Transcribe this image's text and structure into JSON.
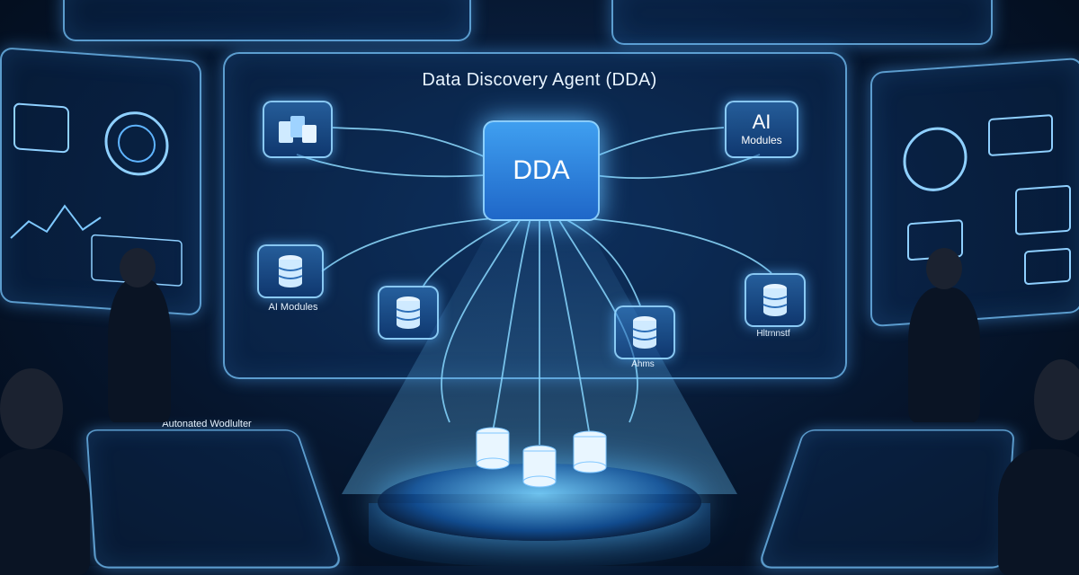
{
  "diagram": {
    "title": "Data Discovery Agent (DDA)",
    "hub_label": "DDA",
    "ai_node": {
      "big": "AI",
      "small": "Modules"
    },
    "captions": {
      "left_mid": "AI Modules",
      "center_right": "Ahms",
      "right_mid": "Hltrnnstf",
      "console": "Autonated Wodlulter"
    },
    "icons": {
      "top_left": "folders-icon",
      "left_mid": "database-icon",
      "center_left": "database-icon",
      "center_right": "database-icon",
      "right_mid": "database-icon",
      "pedestal": "database-stack-icon"
    }
  },
  "colors": {
    "background": "#06162e",
    "accent": "#3f9ff0",
    "glow": "#78c8ff"
  }
}
